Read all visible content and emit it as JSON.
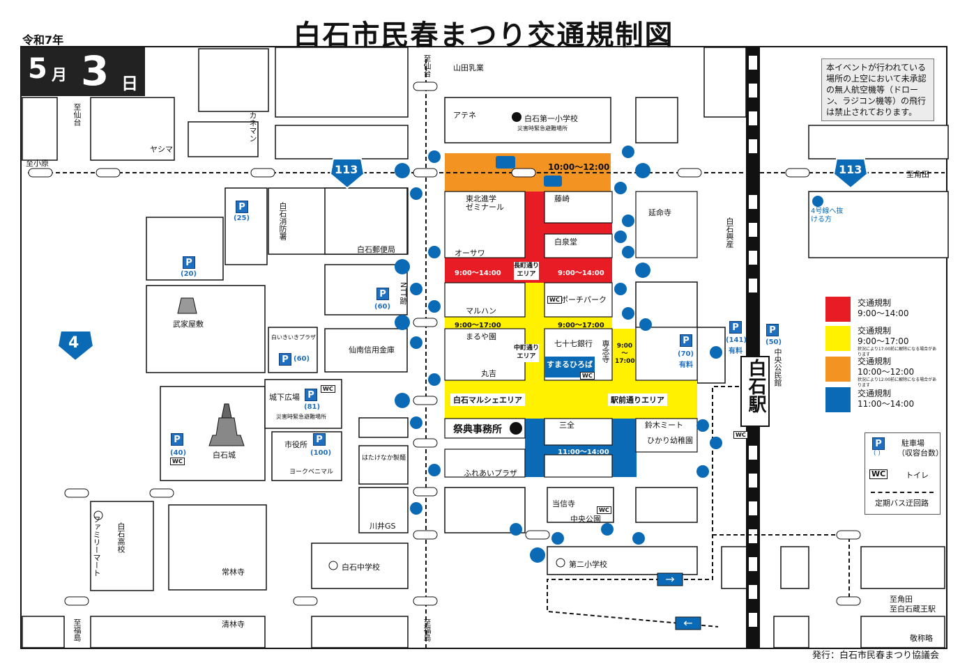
{
  "header": {
    "title": "白石市民春まつり交通規制図",
    "era": "令和7年",
    "date_month": "5",
    "date_month_unit": "月",
    "date_day": "3",
    "date_day_unit": "日"
  },
  "notice": "本イベントが行われている場所の上空において未承認の無人航空機等（ドローン、ラジコン機等）の飛行は禁止されております。",
  "credit": "発行：白石市民春まつり協議会",
  "route_signs": {
    "r113": "113",
    "r4": "4"
  },
  "zones": {
    "orange_time": "10:00〜12:00",
    "red_left_time": "9:00〜14:00",
    "red_right_time": "9:00〜14:00",
    "red_area_line1": "長町通り",
    "red_area_line2": "エリア",
    "yellow_left_time": "9:00〜17:00",
    "yellow_right_time": "9:00〜17:00",
    "yellow_area_line1": "中町通り",
    "yellow_area_line2": "エリア",
    "yellow_side_time_1": "9:00",
    "yellow_side_time_2": "〜",
    "yellow_side_time_3": "17:00",
    "marche_area": "白石マルシェエリア",
    "ekimae_area": "駅前通りエリア",
    "blue_time": "11:00〜14:00",
    "office": "祭典事務所",
    "sumaru": "すまるひろば"
  },
  "places": {
    "yamada": "山田乳業",
    "atene": "アテネ",
    "school1": "白石第一小学校",
    "school1_sub": "災害時緊急避難場所",
    "kanenaman": "カネマン",
    "yashima": "ヤシマ",
    "tohoku_1": "東北進学",
    "tohoku_2": "ゼミナール",
    "fujisaki": "藤崎",
    "hakusendo": "白泉堂",
    "osawa": "オーサワ",
    "post": "白石郵便局",
    "fire": "白石消防署",
    "ntt": "NTT跡",
    "maruhan": "マルハン",
    "porch": "ポーチパーク",
    "marukoya": "まるや園",
    "bank77": "七十七銀行",
    "senjuji": "専念寺",
    "shinkin": "仙南信用金庫",
    "ikiiki": "白いきいきプラザ",
    "maruyoshi": "丸吉",
    "buke": "武家屋敷",
    "jokashita": "城下広場",
    "jokashita_sub": "災害時緊急避難場所",
    "castle": "白石城",
    "cityhall": "市役所",
    "yorkbenimaru": "ヨークベニマル",
    "hatakenaka": "はたけなか製麺",
    "fureai": "ふれあいプラザ",
    "sanzen": "三全",
    "suzuki": "鈴木ミート",
    "hikari": "ひかり幼稚園",
    "toushinji": "当信寺",
    "chuo_park": "中央公園",
    "kawai": "川井GS",
    "school2": "第二小学校",
    "jhs": "白石中学校",
    "hs": "白石高校",
    "famima": "ファミリーマート",
    "jorinji": "常林寺",
    "seirinji": "清林寺",
    "enmeiji": "延命寺",
    "kosan": "白石興産",
    "chuo_kominkan": "中央公民館",
    "station": "白石駅",
    "kokkyo": "4号線へ抜ける方",
    "to_sendai_1": "至仙台",
    "to_sendai_2": "至仙台",
    "to_kohara": "至小原",
    "to_kakuda": "至角田",
    "to_fukushima_1": "至福島",
    "to_fukushima_2": "至福島",
    "to_kakuda2": "至角田",
    "to_zao": "至白石蔵王駅",
    "keishoryaku": "敬称略"
  },
  "parking": {
    "p25": "(25)",
    "p20": "(20)",
    "p60a": "(60)",
    "p60b": "(60)",
    "p81": "(81)",
    "p100": "(100)",
    "p40": "(40)",
    "p70": "(70)",
    "p141": "(141)",
    "p50": "(50)",
    "paid": "有料",
    "paid2": "有料"
  },
  "legend": {
    "red_label": "交通規制",
    "red_time": "9:00〜14:00",
    "yellow_label": "交通規制",
    "yellow_time": "9:00〜17:00",
    "yellow_note": "状況により17:00前に解除になる場合があります",
    "orange_label": "交通規制",
    "orange_time": "10:00〜12:00",
    "orange_note": "状況により12:00前に解除になる場合があります",
    "blue_label": "交通規制",
    "blue_time": "11:00〜14:00",
    "parking_label_1": "駐車場",
    "parking_label_2": "（収容台数）",
    "toilet": "トイレ",
    "bus": "定期バス迂回路"
  },
  "colors": {
    "red": "#e81c24",
    "yellow": "#fff100",
    "orange": "#f39422",
    "blue": "#0a6ab6"
  }
}
